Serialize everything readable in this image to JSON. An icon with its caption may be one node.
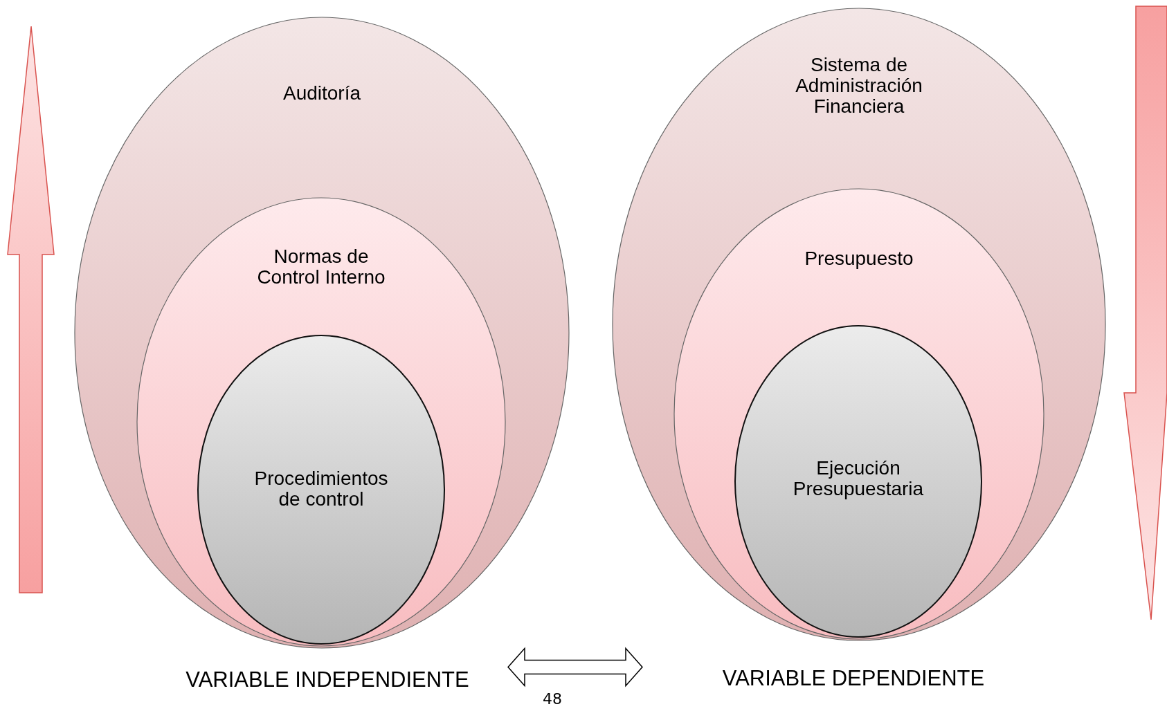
{
  "diagram": {
    "nodes": [
      {
        "text": [
          "Auditoría"
        ]
      },
      {
        "text": [
          "Normas de Control Interno"
        ],
        "in": 0
      },
      {
        "text": [
          "Procedimientos de control"
        ],
        "in": 1
      },
      {
        "text": [
          "Sistema de Administración Financiera"
        ]
      },
      {
        "text": [
          "Presupuesto"
        ],
        "in": 3
      },
      {
        "text": [
          "Ejecución Presupuestaria"
        ],
        "in": 4
      },
      {
        "text": [
          "VARIABLE INDEPENDIENTE"
        ]
      },
      {
        "text": [
          "VARIABLE DEPENDIENTE"
        ]
      }
    ],
    "edges": [
      {
        "from": 6,
        "to": 7,
        "arrow": "both"
      }
    ],
    "labels": [
      "48"
    ]
  }
}
